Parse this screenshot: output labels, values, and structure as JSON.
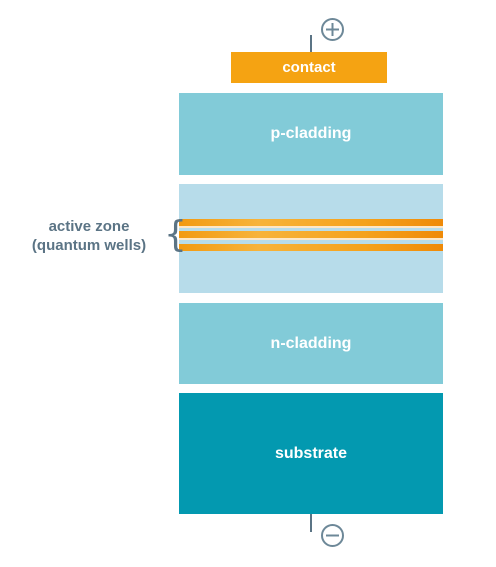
{
  "diagram": {
    "contact_label": "contact",
    "layers": {
      "p_cladding": "p-cladding",
      "n_cladding": "n-cladding",
      "substrate": "substrate"
    },
    "active_zone_annotation": {
      "line1": "active zone",
      "line2": "(quantum wells)"
    },
    "terminals": {
      "top": "+",
      "bottom": "−"
    },
    "colors": {
      "contact": "#f5a312",
      "cladding": "#82cbd8",
      "active_zone": "#b7dcea",
      "quantum_well": "#f29a12",
      "substrate": "#0399b0",
      "annotation_text": "#5b7485"
    }
  }
}
